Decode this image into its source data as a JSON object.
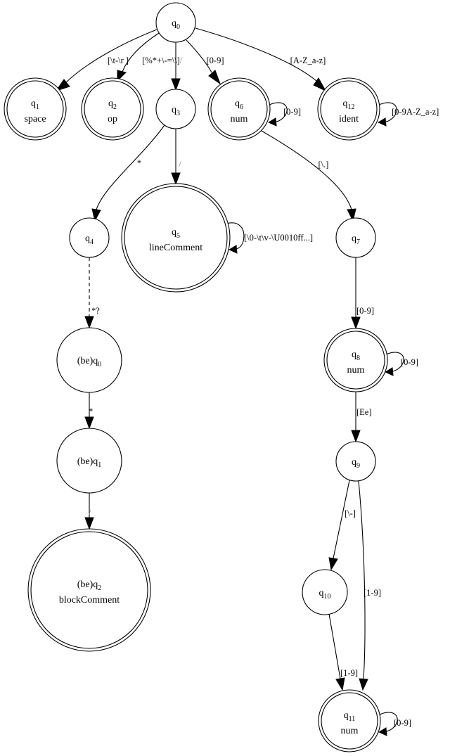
{
  "diagram": {
    "type": "finite-state-automaton",
    "nodes": [
      {
        "id": "q0",
        "prefix": "",
        "letter": "q",
        "sub": "0",
        "name": "",
        "accepting": false
      },
      {
        "id": "q1",
        "prefix": "",
        "letter": "q",
        "sub": "1",
        "name": "space",
        "accepting": true
      },
      {
        "id": "q2",
        "prefix": "",
        "letter": "q",
        "sub": "2",
        "name": "op",
        "accepting": true
      },
      {
        "id": "q3",
        "prefix": "",
        "letter": "q",
        "sub": "3",
        "name": "",
        "accepting": false
      },
      {
        "id": "q6",
        "prefix": "",
        "letter": "q",
        "sub": "6",
        "name": "num",
        "accepting": true
      },
      {
        "id": "q12",
        "prefix": "",
        "letter": "q",
        "sub": "12",
        "name": "ident",
        "accepting": true
      },
      {
        "id": "q4",
        "prefix": "",
        "letter": "q",
        "sub": "4",
        "name": "",
        "accepting": false
      },
      {
        "id": "q5",
        "prefix": "",
        "letter": "q",
        "sub": "5",
        "name": "lineComment",
        "accepting": true
      },
      {
        "id": "q7",
        "prefix": "",
        "letter": "q",
        "sub": "7",
        "name": "",
        "accepting": false
      },
      {
        "id": "beq0",
        "prefix": "(be)",
        "letter": "q",
        "sub": "0",
        "name": "",
        "accepting": false
      },
      {
        "id": "q8",
        "prefix": "",
        "letter": "q",
        "sub": "8",
        "name": "num",
        "accepting": true
      },
      {
        "id": "beq1",
        "prefix": "(be)",
        "letter": "q",
        "sub": "1",
        "name": "",
        "accepting": false
      },
      {
        "id": "q9",
        "prefix": "",
        "letter": "q",
        "sub": "9",
        "name": "",
        "accepting": false
      },
      {
        "id": "beq2",
        "prefix": "(be)",
        "letter": "q",
        "sub": "2",
        "name": "blockComment",
        "accepting": true
      },
      {
        "id": "q10",
        "prefix": "",
        "letter": "q",
        "sub": "10",
        "name": "",
        "accepting": false
      },
      {
        "id": "q11",
        "prefix": "",
        "letter": "q",
        "sub": "11",
        "name": "num",
        "accepting": true
      }
    ],
    "edges": [
      {
        "id": "e-q0-q1",
        "from": "q0",
        "to": "q1",
        "label": "[\\t-\\r ]",
        "style": "solid"
      },
      {
        "id": "e-q0-q2",
        "from": "q0",
        "to": "q2",
        "label": "[%*+\\-=\\\\]",
        "style": "solid"
      },
      {
        "id": "e-q0-q3",
        "from": "q0",
        "to": "q3",
        "label": "/",
        "style": "solid"
      },
      {
        "id": "e-q0-q6",
        "from": "q0",
        "to": "q6",
        "label": "[0-9]",
        "style": "solid"
      },
      {
        "id": "e-q0-q12",
        "from": "q0",
        "to": "q12",
        "label": "[A-Z_a-z]",
        "style": "solid"
      },
      {
        "id": "e-q6-q6",
        "from": "q6",
        "to": "q6",
        "label": "[0-9]",
        "style": "solid"
      },
      {
        "id": "e-q12-q12",
        "from": "q12",
        "to": "q12",
        "label": "[0-9A-Z_a-z]",
        "style": "solid"
      },
      {
        "id": "e-q3-q4",
        "from": "q3",
        "to": "q4",
        "label": "*",
        "style": "solid"
      },
      {
        "id": "e-q3-q5",
        "from": "q3",
        "to": "q5",
        "label": "/",
        "style": "solid"
      },
      {
        "id": "e-q6-q7",
        "from": "q6",
        "to": "q7",
        "label": "[\\.]",
        "style": "solid"
      },
      {
        "id": "e-q5-q5",
        "from": "q5",
        "to": "q5",
        "label": "[\\0-\\t\\v-\\U0010ff...]",
        "style": "solid"
      },
      {
        "id": "e-q4-beq0",
        "from": "q4",
        "to": "beq0",
        "label": "*?",
        "style": "dashed"
      },
      {
        "id": "e-q7-q8",
        "from": "q7",
        "to": "q8",
        "label": "[0-9]",
        "style": "solid"
      },
      {
        "id": "e-q8-q8",
        "from": "q8",
        "to": "q8",
        "label": "[0-9]",
        "style": "solid"
      },
      {
        "id": "e-beq0-beq1",
        "from": "beq0",
        "to": "beq1",
        "label": "*",
        "style": "solid"
      },
      {
        "id": "e-q8-q9",
        "from": "q8",
        "to": "q9",
        "label": "[Ee]",
        "style": "solid"
      },
      {
        "id": "e-beq1-beq2",
        "from": "beq1",
        "to": "beq2",
        "label": "/",
        "style": "solid"
      },
      {
        "id": "e-q9-q10",
        "from": "q9",
        "to": "q10",
        "label": "[\\-]",
        "style": "solid"
      },
      {
        "id": "e-q9-q11",
        "from": "q9",
        "to": "q11",
        "label": "[1-9]",
        "style": "solid"
      },
      {
        "id": "e-q10-q11",
        "from": "q10",
        "to": "q11",
        "label": "[1-9]",
        "style": "solid"
      },
      {
        "id": "e-q11-q11",
        "from": "q11",
        "to": "q11",
        "label": "[0-9]",
        "style": "solid"
      }
    ]
  }
}
